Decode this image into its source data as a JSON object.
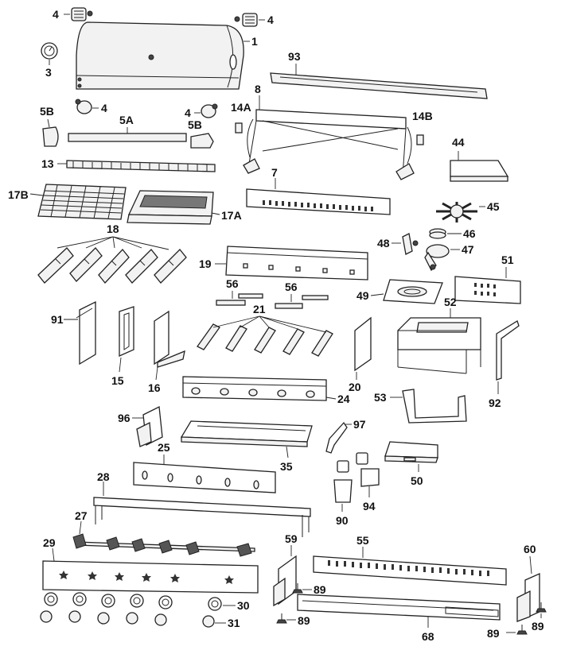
{
  "labels": {
    "l1": "1",
    "l3": "3",
    "l4a": "4",
    "l4b": "4",
    "l4c": "4",
    "l4d": "4",
    "l5a": "5A",
    "l5b1": "5B",
    "l5b2": "5B",
    "l7": "7",
    "l8": "8",
    "l13": "13",
    "l14a": "14A",
    "l14b": "14B",
    "l15": "15",
    "l16": "16",
    "l17a": "17A",
    "l17b": "17B",
    "l18": "18",
    "l19": "19",
    "l20": "20",
    "l21": "21",
    "l24": "24",
    "l25": "25",
    "l27": "27",
    "l28": "28",
    "l29": "29",
    "l30": "30",
    "l31": "31",
    "l35": "35",
    "l44": "44",
    "l45": "45",
    "l46": "46",
    "l47": "47",
    "l48": "48",
    "l49": "49",
    "l50": "50",
    "l51": "51",
    "l52": "52",
    "l53": "53",
    "l55": "55",
    "l56a": "56",
    "l56b": "56",
    "l59": "59",
    "l60": "60",
    "l68": "68",
    "l89a": "89",
    "l89b": "89",
    "l89c": "89",
    "l89d": "89",
    "l90": "90",
    "l91": "91",
    "l92": "92",
    "l93": "93",
    "l94": "94",
    "l96": "96",
    "l97": "97"
  }
}
